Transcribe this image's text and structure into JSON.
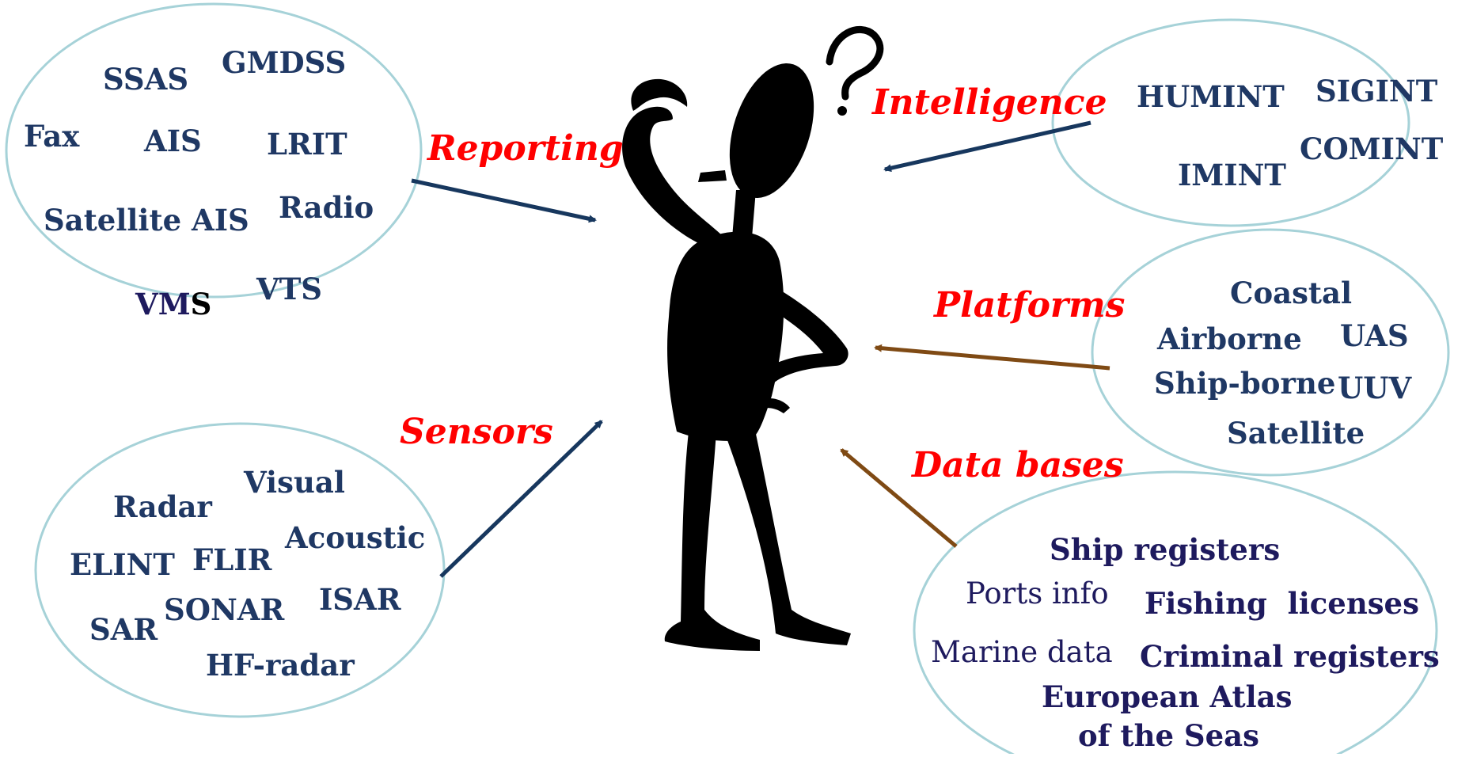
{
  "categories": {
    "reporting": "Reporting",
    "intelligence": "Intelligence",
    "platforms": "Platforms",
    "sensors": "Sensors",
    "databases": "Data bases"
  },
  "reporting_items": {
    "ssas": "SSAS",
    "gmdss": "GMDSS",
    "fax": "Fax",
    "ais": "AIS",
    "lrit": "LRIT",
    "satellite_ais": "Satellite AIS",
    "radio": "Radio",
    "vms_vm": "VM",
    "vms_s": "S",
    "vts": "VTS"
  },
  "intelligence_items": {
    "humint": "HUMINT",
    "sigint": "SIGINT",
    "comint": "COMINT",
    "imint": "IMINT"
  },
  "platform_items": {
    "coastal": "Coastal",
    "airborne": "Airborne",
    "uas": "UAS",
    "shipborne": "Ship-borne",
    "uuv": "UUV",
    "satellite": "Satellite"
  },
  "sensor_items": {
    "visual": "Visual",
    "radar": "Radar",
    "acoustic": "Acoustic",
    "elint": "ELINT",
    "flir": "FLIR",
    "isar": "ISAR",
    "sonar": "SONAR",
    "sar": "SAR",
    "hf_radar": "HF-radar"
  },
  "database_items": {
    "ship_registers": "Ship registers",
    "ports_info": "Ports info",
    "fishing_licenses": "Fishing  licenses",
    "marine_data": "Marine data",
    "criminal_registers": "Criminal registers",
    "atlas_line1": "European Atlas",
    "atlas_line2": "of the Seas"
  },
  "colors": {
    "item_text": "#1f3864",
    "category_text": "#ff0000",
    "bubble_border": "#a6d2d8",
    "blue_arrow": "#17375e",
    "brown_arrow": "#7f4a14",
    "figure": "#000000"
  },
  "figure": {
    "name": "thinking-stick-figure"
  }
}
